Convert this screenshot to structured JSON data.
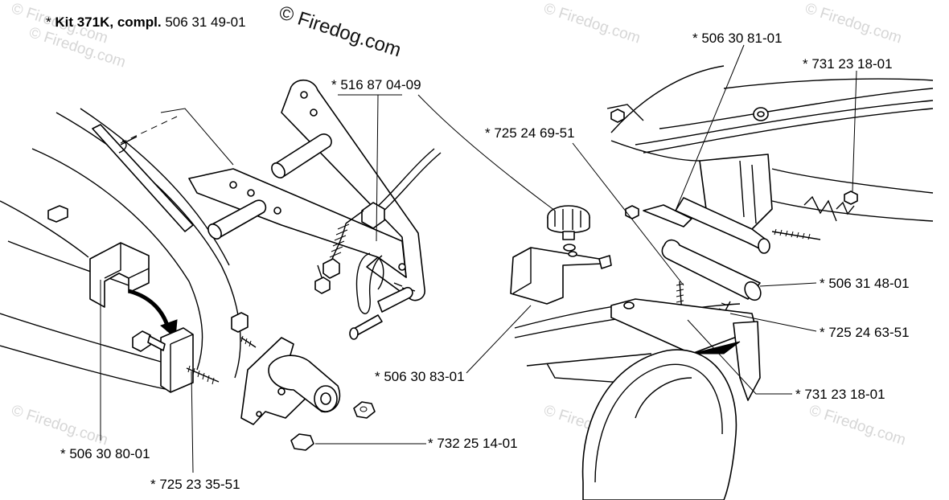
{
  "watermark": {
    "main": "© Firedog.com",
    "faint": "© Firedog.com"
  },
  "kit": {
    "prefix": "* ",
    "name": "Kit 371K, compl.",
    "number": " 506 31 49-01"
  },
  "callouts": [
    {
      "id": "516-87-04-09",
      "text": "* 516 87 04-09"
    },
    {
      "id": "725-24-69-51",
      "text": "* 725 24 69-51"
    },
    {
      "id": "506-30-81-01",
      "text": "* 506 30 81-01"
    },
    {
      "id": "731-23-18-01-top",
      "text": "* 731 23 18-01"
    },
    {
      "id": "506-31-48-01",
      "text": "* 506 31 48-01"
    },
    {
      "id": "725-24-63-51",
      "text": "* 725 24 63-51"
    },
    {
      "id": "731-23-18-01-bottom",
      "text": "* 731 23 18-01"
    },
    {
      "id": "506-30-83-01",
      "text": "* 506 30 83-01"
    },
    {
      "id": "732-25-14-01",
      "text": "* 732 25 14-01"
    },
    {
      "id": "506-30-80-01",
      "text": "* 506 30 80-01"
    },
    {
      "id": "725-23-35-51",
      "text": "* 725 23 35-51"
    }
  ]
}
